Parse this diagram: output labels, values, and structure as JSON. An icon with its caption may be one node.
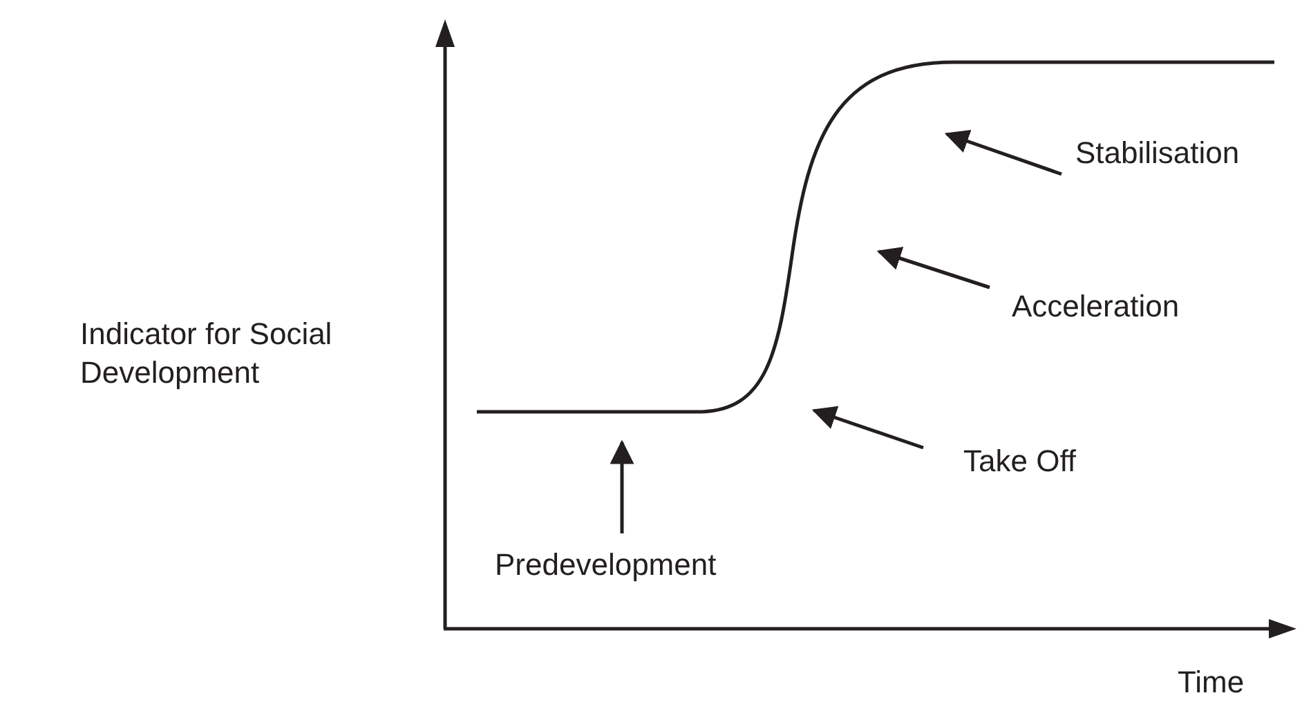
{
  "diagram": {
    "nodes": [
      {
        "text": [
          "Stabilisation"
        ]
      },
      {
        "text": [
          "Acceleration"
        ]
      },
      {
        "text": [
          "Take Off"
        ]
      },
      {
        "text": [
          "Predevelopment"
        ]
      }
    ],
    "edges": [
      {
        "from": 0,
        "to": null,
        "arrow": "to"
      },
      {
        "from": 1,
        "to": null,
        "arrow": "to"
      },
      {
        "from": 2,
        "to": null,
        "arrow": "to"
      },
      {
        "from": 3,
        "to": null,
        "arrow": "to"
      }
    ],
    "labels": [
      "Indicator for Social Development",
      "Time"
    ]
  }
}
